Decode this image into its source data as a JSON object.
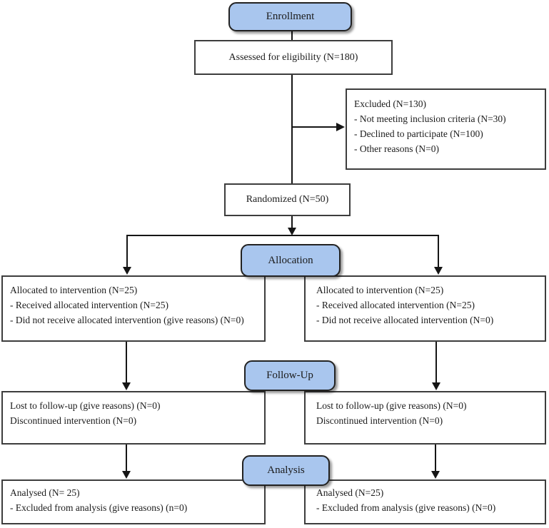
{
  "stages": {
    "enrollment": "Enrollment",
    "allocation": "Allocation",
    "followup": "Follow-Up",
    "analysis": "Analysis"
  },
  "boxes": {
    "assessed": {
      "text": "Assessed for eligibility (N=180)"
    },
    "excluded": {
      "lines": [
        "Excluded (N=130)",
        "- Not meeting inclusion criteria (N=30)",
        "- Declined to participate (N=100)",
        "- Other reasons (N=0)"
      ]
    },
    "randomized": {
      "text": "Randomized (N=50)"
    },
    "allocation_left": {
      "lines": [
        "Allocated to intervention (N=25)",
        "- Received allocated intervention (N=25)",
        "- Did not receive allocated intervention (give reasons) (N=0)"
      ]
    },
    "allocation_right": {
      "lines": [
        "Allocated to intervention (N=25)",
        "- Received allocated intervention (N=25)",
        "- Did not receive allocated intervention (N=0)"
      ]
    },
    "followup_left": {
      "lines": [
        "Lost to follow-up (give reasons) (N=0)",
        "Discontinued intervention (N=0)"
      ]
    },
    "followup_right": {
      "lines": [
        "Lost to follow-up (give reasons) (N=0)",
        "Discontinued intervention (N=0)"
      ]
    },
    "analysis_left": {
      "lines": [
        "Analysed (N= 25)",
        "- Excluded from analysis (give reasons) (n=0)"
      ]
    },
    "analysis_right": {
      "lines": [
        "Analysed (N=25)",
        "- Excluded from analysis (give reasons) (N=0)"
      ]
    }
  },
  "colors": {
    "stage_fill": "#a9c6ee",
    "stage_border": "#222222",
    "box_border": "#3d3d3d",
    "arrow": "#151515",
    "background": "#ffffff"
  }
}
